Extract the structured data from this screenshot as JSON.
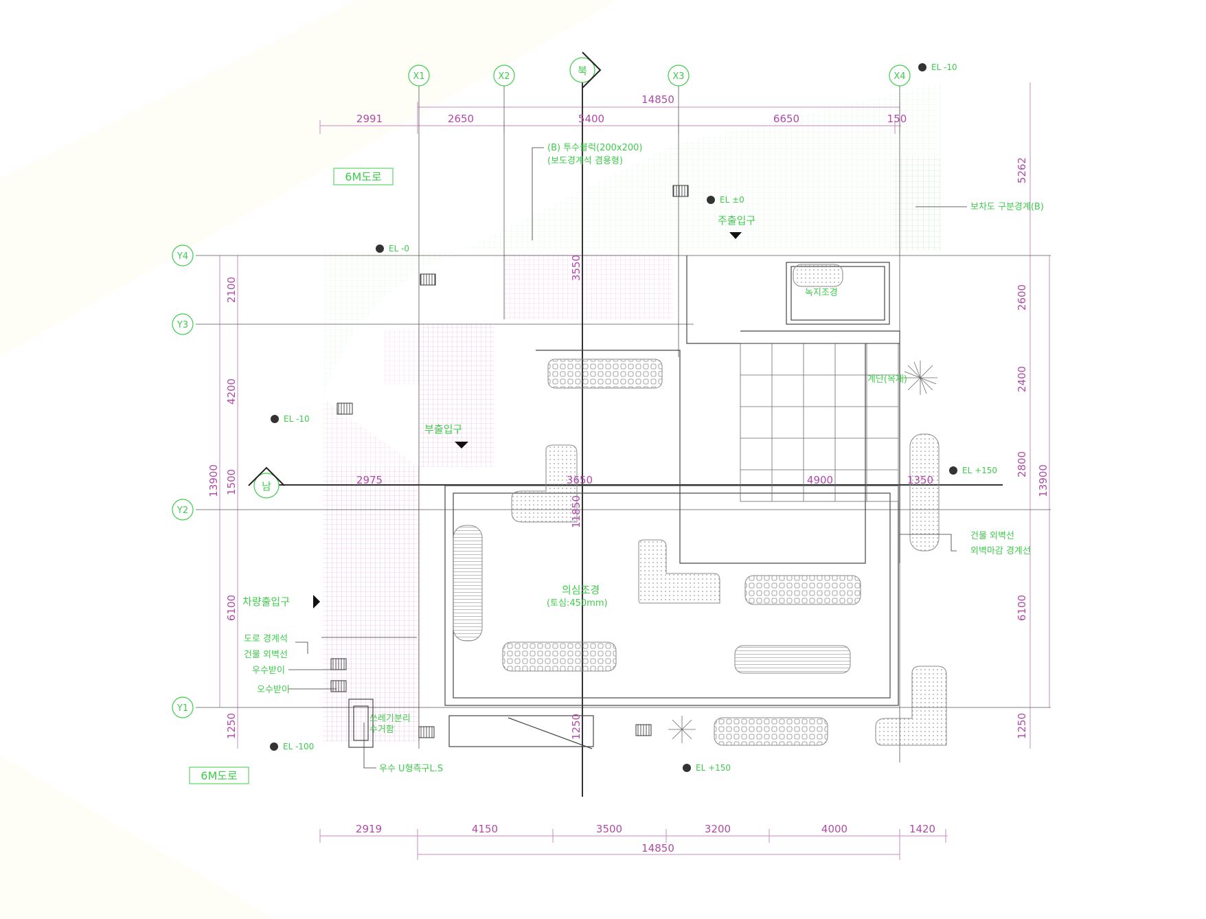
{
  "axes": {
    "x": [
      "X1",
      "X2",
      "X3",
      "X4"
    ],
    "y": [
      "Y4",
      "Y3",
      "Y2",
      "Y1"
    ],
    "north_label": "북",
    "south_label": "남"
  },
  "dims": {
    "top_overall": "14850",
    "top": [
      "2991",
      "2650",
      "5400",
      "6650",
      "150"
    ],
    "bottom": [
      "2919",
      "4150",
      "3500",
      "3200",
      "4000",
      "1420"
    ],
    "bottom_overall": "14850",
    "left": [
      "2100",
      "4200",
      "1500",
      "6100",
      "1250"
    ],
    "left_overall": "13900",
    "right": [
      "5262",
      "2600",
      "2400",
      "2800",
      "6100",
      "1250"
    ],
    "right_overall": "13900",
    "inner": [
      "2975",
      "3650",
      "4900",
      "1350",
      "3550",
      "11850",
      "1250"
    ]
  },
  "roads": {
    "top": "6M도로",
    "bottom": "6M도로"
  },
  "levels": [
    "EL -10",
    "EL ±0",
    "EL -0",
    "EL -10",
    "EL +150",
    "EL -100",
    "EL +150"
  ],
  "labels": {
    "note_top_1": "(B) 투수블럭(200x200)",
    "note_top_2": "(보도경계석 겸용형)",
    "main_entry": "주출입구",
    "right_note": "보차도 구분경계(B)",
    "green_area": "녹지조경",
    "center_area": "의심조경",
    "center_dim": "(토심:450mm)",
    "sub_entry": "부출입구",
    "side_entry": "차량출입구",
    "left_note_1": "도로 경계석",
    "left_note_2": "건물 외벽선",
    "legend_1": "우수받이",
    "legend_2": "오수받이",
    "right_mid_1": "건물 외벽선",
    "right_mid_2": "외벽마감 경계선",
    "step_label": "계단(목재)",
    "box_label_1": "쓰레기분리",
    "box_label_2": "수거함",
    "bottom_note": "우수 U형측구L.S"
  }
}
